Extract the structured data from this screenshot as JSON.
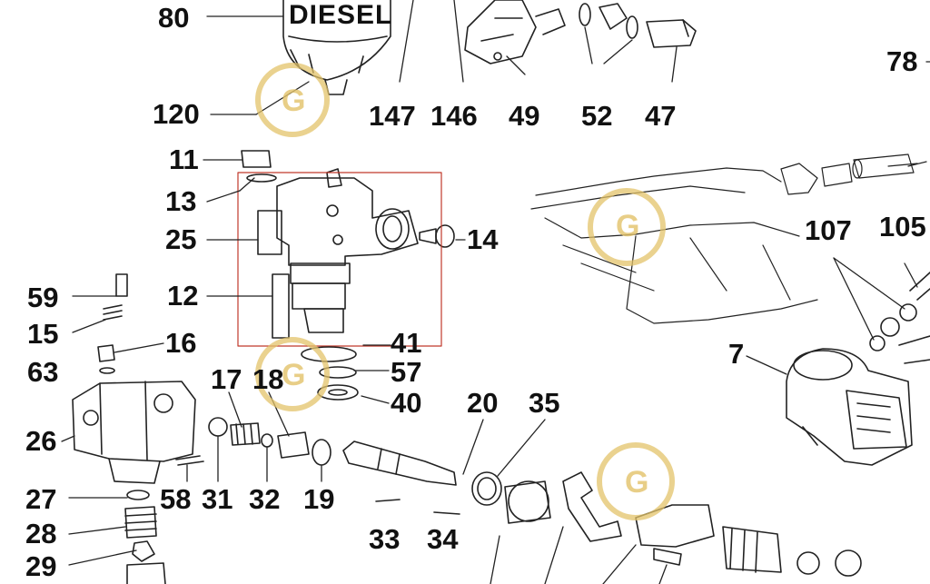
{
  "diagram": {
    "callouts": [
      "80",
      "120",
      "147",
      "146",
      "49",
      "52",
      "47",
      "78",
      "11",
      "13",
      "25",
      "14",
      "12",
      "59",
      "15",
      "16",
      "63",
      "41",
      "57",
      "40",
      "107",
      "105",
      "7",
      "17",
      "18",
      "20",
      "35",
      "26",
      "58",
      "31",
      "32",
      "19",
      "27",
      "28",
      "29",
      "33",
      "34"
    ],
    "part_text": {
      "filter_label": "DIESEL"
    },
    "watermark_text": "G",
    "colors": {
      "highlight_box": "#c0392b",
      "watermark": "#e3c36a",
      "line": "#222222"
    }
  }
}
